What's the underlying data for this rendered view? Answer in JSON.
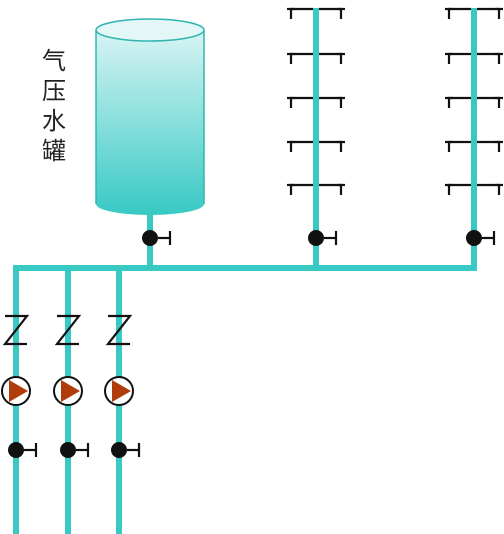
{
  "tank": {
    "label_chars": [
      "气",
      "压",
      "水",
      "罐"
    ]
  },
  "colors": {
    "pipe": "#38c9c4",
    "tank_top": "#d8f4f4",
    "tank_bottom": "#38c9c4",
    "pump_fill": "#b03c0c",
    "ink": "#111111"
  },
  "icons": [
    "gate-valve-icon",
    "check-valve-icon",
    "pump-icon",
    "faucet-icon",
    "pressure-tank-icon"
  ]
}
